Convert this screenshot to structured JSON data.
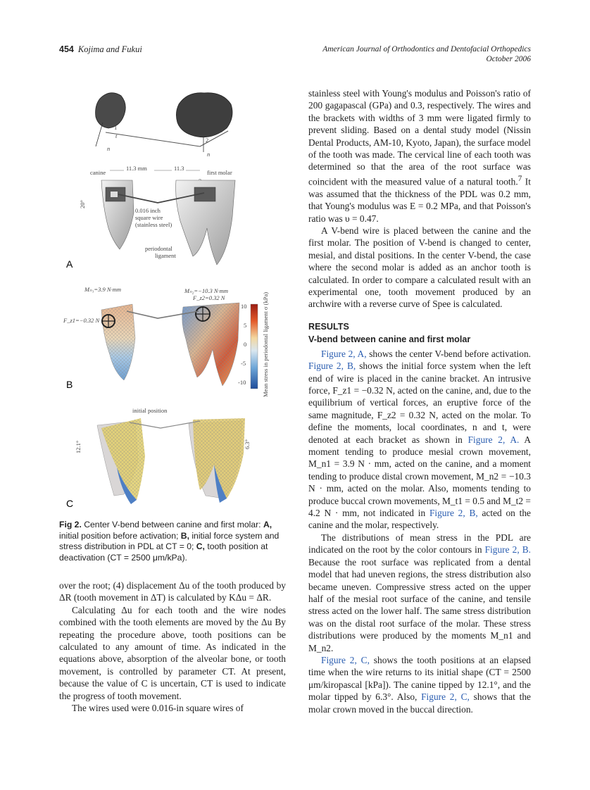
{
  "header": {
    "page_number": "454",
    "authors": "Kojima and Fukui",
    "journal": "American Journal of Orthodontics and Dentofacial Orthopedics",
    "issue": "October 2006"
  },
  "figure": {
    "panel_a": {
      "letter": "A",
      "label_canine": "canine",
      "label_first_molar": "first molar",
      "label_dist1": "11.3 mm",
      "label_dist2": "11.3",
      "label_angle": "20°",
      "label_wire1": "0.016 inch",
      "label_wire2": "square wire",
      "label_wire3": "(stainless steel)",
      "label_pdl1": "periodontal",
      "label_pdl2": "ligament",
      "num1": "1",
      "num2": "2",
      "num3": "3",
      "n_left": "n",
      "n_right": "n",
      "t_left": "t",
      "t_right": "t"
    },
    "panel_b": {
      "letter": "B",
      "m_n1": "Mₙ₁=3.9 N·mm",
      "m_n2": "Mₙ₂=−10.3 N·mm",
      "f_z2": "F_z2=0.32 N",
      "f_z1": "F_z1=−0.32 N",
      "scale_ticks": [
        "10",
        "5",
        "0",
        "-5",
        "-10"
      ],
      "scale_label": "Mean stress in periodontal ligament σ (kPa)"
    },
    "panel_c": {
      "letter": "C",
      "label_initial": "initial position",
      "angle_canine": "12.1°",
      "angle_molar": "6.3°"
    }
  },
  "caption": {
    "fig": "Fig 2.",
    "text1": " Center V-bend between canine and first molar: ",
    "a": "A,",
    "text2": " initial position before activation; ",
    "b": "B,",
    "text3": " initial force system and stress distribution in PDL at CT = 0; ",
    "c": "C,",
    "text4": " tooth position at deactivation (CT = 2500 μm/kPa)."
  },
  "left_column": {
    "p1": "over the root; (4) displacement Δu of the tooth produced by ΔR (tooth movement in ΔT) is calculated by KΔu = ΔR.",
    "p2": "Calculating Δu for each tooth and the wire nodes combined with the tooth elements are moved by the Δu By repeating the procedure above, tooth positions can be calculated to any amount of time. As indicated in the equations above, absorption of the alveolar bone, or tooth movement, is controlled by parameter CT. At present, because the value of C is uncertain, CT is used to indicate the progress of tooth movement.",
    "p3": "The wires used were 0.016-in square wires of"
  },
  "right_column": {
    "p1a": "stainless steel with Young's modulus and Poisson's ratio of 200 gagapascal (GPa) and 0.3, respectively. The wires and the brackets with widths of 3 mm were ligated firmly to prevent sliding. Based on a dental study model (Nissin Dental Products, AM-10, Kyoto, Japan), the surface model of the tooth was made. The cervical line of each tooth was determined so that the area of the root surface was coincident with the measured value of a natural tooth.",
    "p1_sup": "7",
    "p1b": " It was assumed that the thickness of the PDL was 0.2 mm, that Young's modulus was E = 0.2 MPa, and that Poisson's ratio was υ = 0.47.",
    "p2": "A V-bend wire is placed between the canine and the first molar. The position of V-bend is changed to center, mesial, and distal positions. In the center V-bend, the case where the second molar is added as an anchor tooth is calculated. In order to compare a calculated result with an experimental one, tooth movement produced by an archwire with a reverse curve of Spee is calculated.",
    "section": "RESULTS",
    "subsection": "V-bend between canine and first molar",
    "p3_link1": "Figure 2, A,",
    "p3a": " shows the center V-bend before activation. ",
    "p3_link2": "Figure 2, B,",
    "p3b": " shows the initial force system when the left end of wire is placed in the canine bracket. An intrusive force, F_z1 = −0.32 N, acted on the canine, and, due to the equilibrium of vertical forces, an eruptive force of the same magnitude, F_z2 = 0.32 N, acted on the molar. To define the moments, local coordinates, n and t, were denoted at each bracket as shown in ",
    "p3_link3": "Figure 2, A.",
    "p3c": " A moment tending to produce mesial crown movement, M_n1 = 3.9 N · mm, acted on the canine, and a moment tending to produce distal crown movement, M_n2 = −10.3 N · mm, acted on the molar. Also, moments tending to produce buccal crown movements, M_t1 = 0.5 and M_t2 = 4.2 N · mm, not indicated in ",
    "p3_link4": "Figure 2, B,",
    "p3d": " acted on the canine and the molar, respectively.",
    "p4a": "The distributions of mean stress in the PDL are indicated on the root by the color contours in ",
    "p4_link": "Figure 2, B.",
    "p4b": " Because the root surface was replicated from a dental model that had uneven regions, the stress distribution also became uneven. Compressive stress acted on the upper half of the mesial root surface of the canine, and tensile stress acted on the lower half. The same stress distribution was on the distal root surface of the molar. These stress distributions were produced by the moments M_n1 and M_n2.",
    "p5_link1": "Figure 2, C,",
    "p5a": " shows the tooth positions at an elapsed time when the wire returns to its initial shape (CT = 2500 μm/kiropascal [kPa]). The canine tipped by 12.1°, and the molar tipped by 6.3°. Also, ",
    "p5_link2": "Figure 2, C,",
    "p5b": " shows that the molar crown moved in the buccal direction."
  }
}
